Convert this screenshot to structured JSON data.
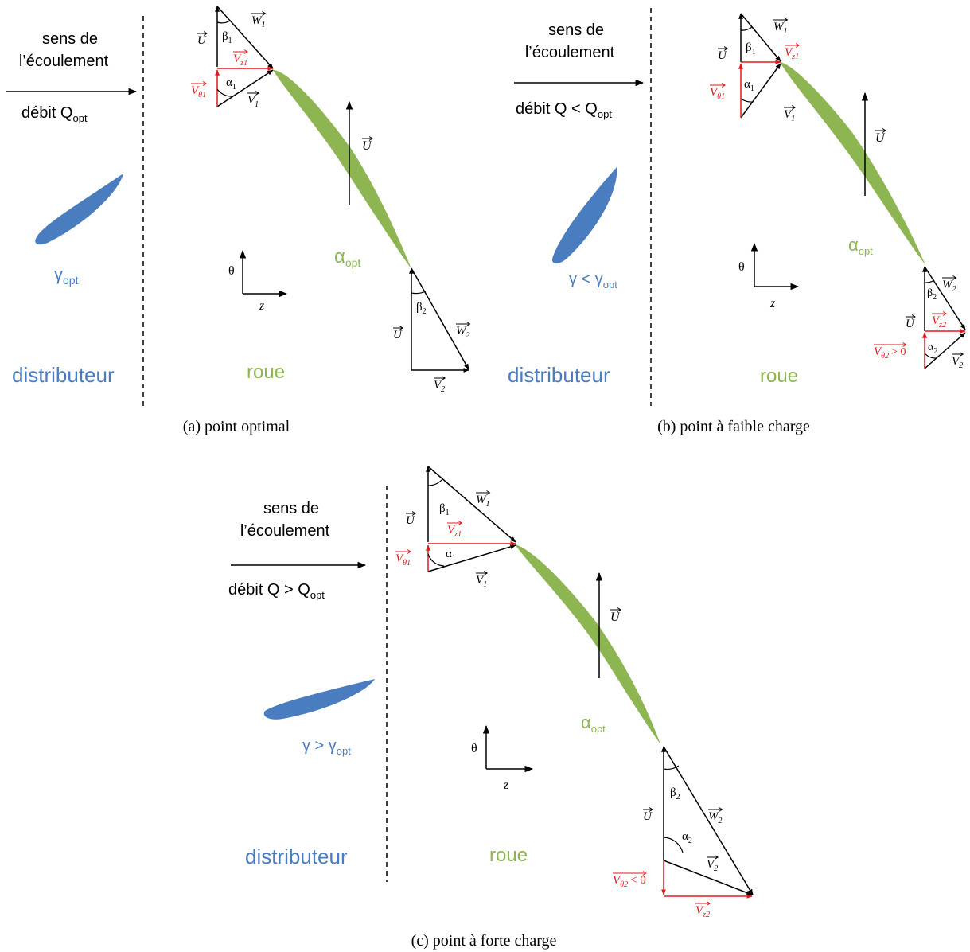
{
  "colors": {
    "black": "#000000",
    "red": "#e0191c",
    "blue": "#4a7dbf",
    "green": "#8db552"
  },
  "common": {
    "distributor_label": "distributeur",
    "rotor_label": "roue",
    "axis_theta": "θ",
    "axis_z": "z",
    "vec_U": "U",
    "vec_W": "W",
    "vec_V": "V",
    "vec_Vz": "V",
    "vec_Vtheta": "V",
    "sub_1": "1",
    "sub_2": "2",
    "sub_z1": "z1",
    "sub_z2": "z2",
    "sub_theta1": "θ1",
    "sub_theta2": "θ2",
    "sub_opt": "opt",
    "beta": "β",
    "alpha": "α",
    "gamma": "γ"
  },
  "panel_a": {
    "flow_line1": "sens de",
    "flow_line2": "l’écoulement",
    "flow_rate": "débit Q",
    "guide_angle": "γ",
    "guide_relation": "",
    "caption": "(a) point optimal"
  },
  "panel_b": {
    "flow_line1": "sens de",
    "flow_line2": "l’écoulement",
    "flow_rate": "débit Q < Q",
    "guide_angle": "γ < γ",
    "v_theta2_sign": "> 0",
    "caption": "(b) point à faible charge"
  },
  "panel_c": {
    "flow_line1": "sens de",
    "flow_line2": "l’écoulement",
    "flow_rate": "débit Q > Q",
    "guide_angle": "γ > γ",
    "v_theta2_sign": "< 0",
    "caption": "(c) point à forte charge"
  }
}
